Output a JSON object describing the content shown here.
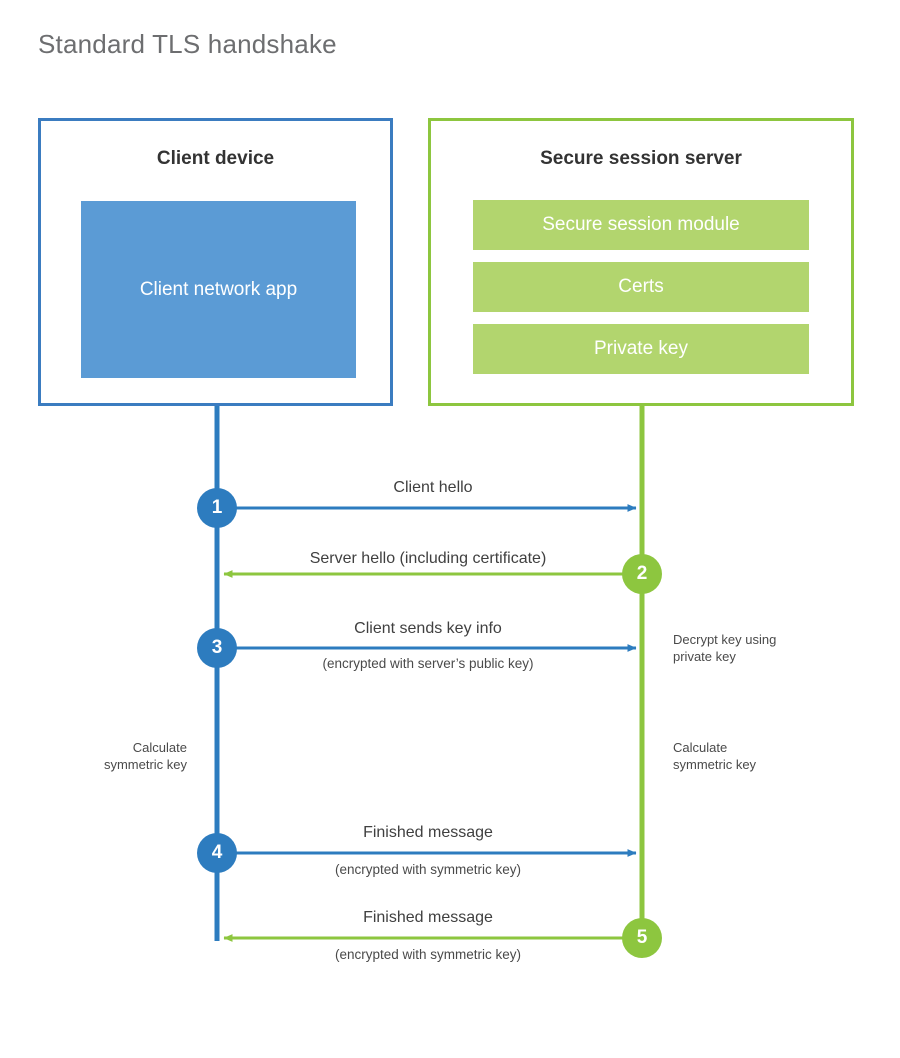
{
  "title": "Standard TLS handshake",
  "colors": {
    "client_accent": "#2d7cbf",
    "client_border": "#3b7cc0",
    "client_fill": "#5b9bd5",
    "server_accent": "#8dc63f",
    "server_fill": "#b2d56e",
    "title_text": "#6d6e70",
    "body_text": "#404040",
    "background": "#ffffff"
  },
  "client": {
    "title": "Client device",
    "app_label": "Client network app"
  },
  "server": {
    "title": "Secure session server",
    "components": [
      {
        "label": "Secure session module"
      },
      {
        "label": "Certs"
      },
      {
        "label": "Private key"
      }
    ]
  },
  "steps": [
    {
      "number": "1",
      "side": "client",
      "direction": "right",
      "label": "Client hello",
      "sub": ""
    },
    {
      "number": "2",
      "side": "server",
      "direction": "left",
      "label": "Server hello (including certificate)",
      "sub": ""
    },
    {
      "number": "3",
      "side": "client",
      "direction": "right",
      "label": "Client sends key info",
      "sub": "(encrypted with server’s public key)"
    },
    {
      "number": "4",
      "side": "client",
      "direction": "right",
      "label": "Finished message",
      "sub": "(encrypted with symmetric key)"
    },
    {
      "number": "5",
      "side": "server",
      "direction": "left",
      "label": "Finished message",
      "sub": "(encrypted with symmetric key)"
    }
  ],
  "annotations": {
    "server_decrypt": "Decrypt key using\nprivate key",
    "client_calculate": "Calculate\nsymmetric key",
    "server_calculate": "Calculate\nsymmetric key"
  }
}
